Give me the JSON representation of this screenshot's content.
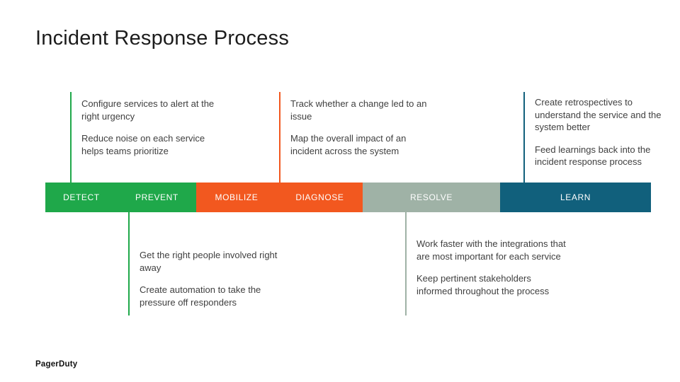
{
  "title": "Incident Response Process",
  "footer": {
    "logo": "PagerDuty"
  },
  "colors": {
    "green": "#1FA84A",
    "orange": "#F2581F",
    "sage": "#9FB2A6",
    "teal": "#11607C",
    "body_text": "#3F3F3F",
    "background": "#FFFFFF"
  },
  "bar": {
    "segments": [
      {
        "name": "detect-prevent",
        "color": "#1FA84A",
        "labels": [
          "DETECT",
          "PREVENT"
        ]
      },
      {
        "name": "mobilize-diagnose",
        "color": "#F2581F",
        "labels": [
          "MOBILIZE",
          "DIAGNOSE"
        ]
      },
      {
        "name": "resolve",
        "color": "#9FB2A6",
        "labels": [
          "RESOLVE"
        ]
      },
      {
        "name": "learn",
        "color": "#11607C",
        "labels": [
          "LEARN"
        ]
      }
    ]
  },
  "annotations": {
    "top": [
      {
        "anchor": "detect",
        "line_color": "#1FA84A",
        "p1": "Configure services to alert at the right urgency",
        "p2": "Reduce noise on each service helps teams prioritize"
      },
      {
        "anchor": "mobilize",
        "line_color": "#F2581F",
        "p1": "Track whether a change led to an issue",
        "p2": "Map the overall impact of an incident across the system"
      },
      {
        "anchor": "learn",
        "line_color": "#11607C",
        "p1": "Create retrospectives to understand the service and the system better",
        "p2": "Feed learnings back into the incident response process"
      }
    ],
    "bottom": [
      {
        "anchor": "prevent",
        "line_color": "#1FA84A",
        "p1": "Get the right people involved right away",
        "p2": "Create automation to take the pressure off responders"
      },
      {
        "anchor": "resolve",
        "line_color": "#9FB2A6",
        "p1": "Work faster with the integrations that are most important for each service",
        "p2": "Keep pertinent stakeholders informed throughout the process"
      }
    ]
  }
}
